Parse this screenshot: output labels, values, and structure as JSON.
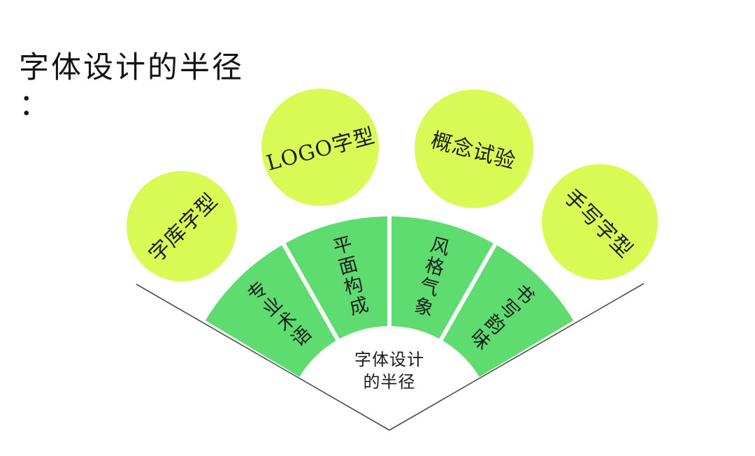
{
  "title": {
    "text": "字体设计的半径",
    "colon": "："
  },
  "diagram": {
    "center_label": {
      "line1": "字体设计",
      "line2": "的半径"
    },
    "segments": [
      {
        "label": "专业术语"
      },
      {
        "label": "平面构成"
      },
      {
        "label": "风格气象"
      },
      {
        "label": "书写韵味"
      }
    ],
    "circles": [
      {
        "label": "字库字型"
      },
      {
        "label": "LOGO字型"
      },
      {
        "label": "概念试验"
      },
      {
        "label": "手写字型"
      }
    ],
    "colors": {
      "circle_fill": "#d9fa55",
      "segment_fill": "#5edc70",
      "line": "#4d4d4d",
      "text": "#1c1c1c"
    }
  }
}
